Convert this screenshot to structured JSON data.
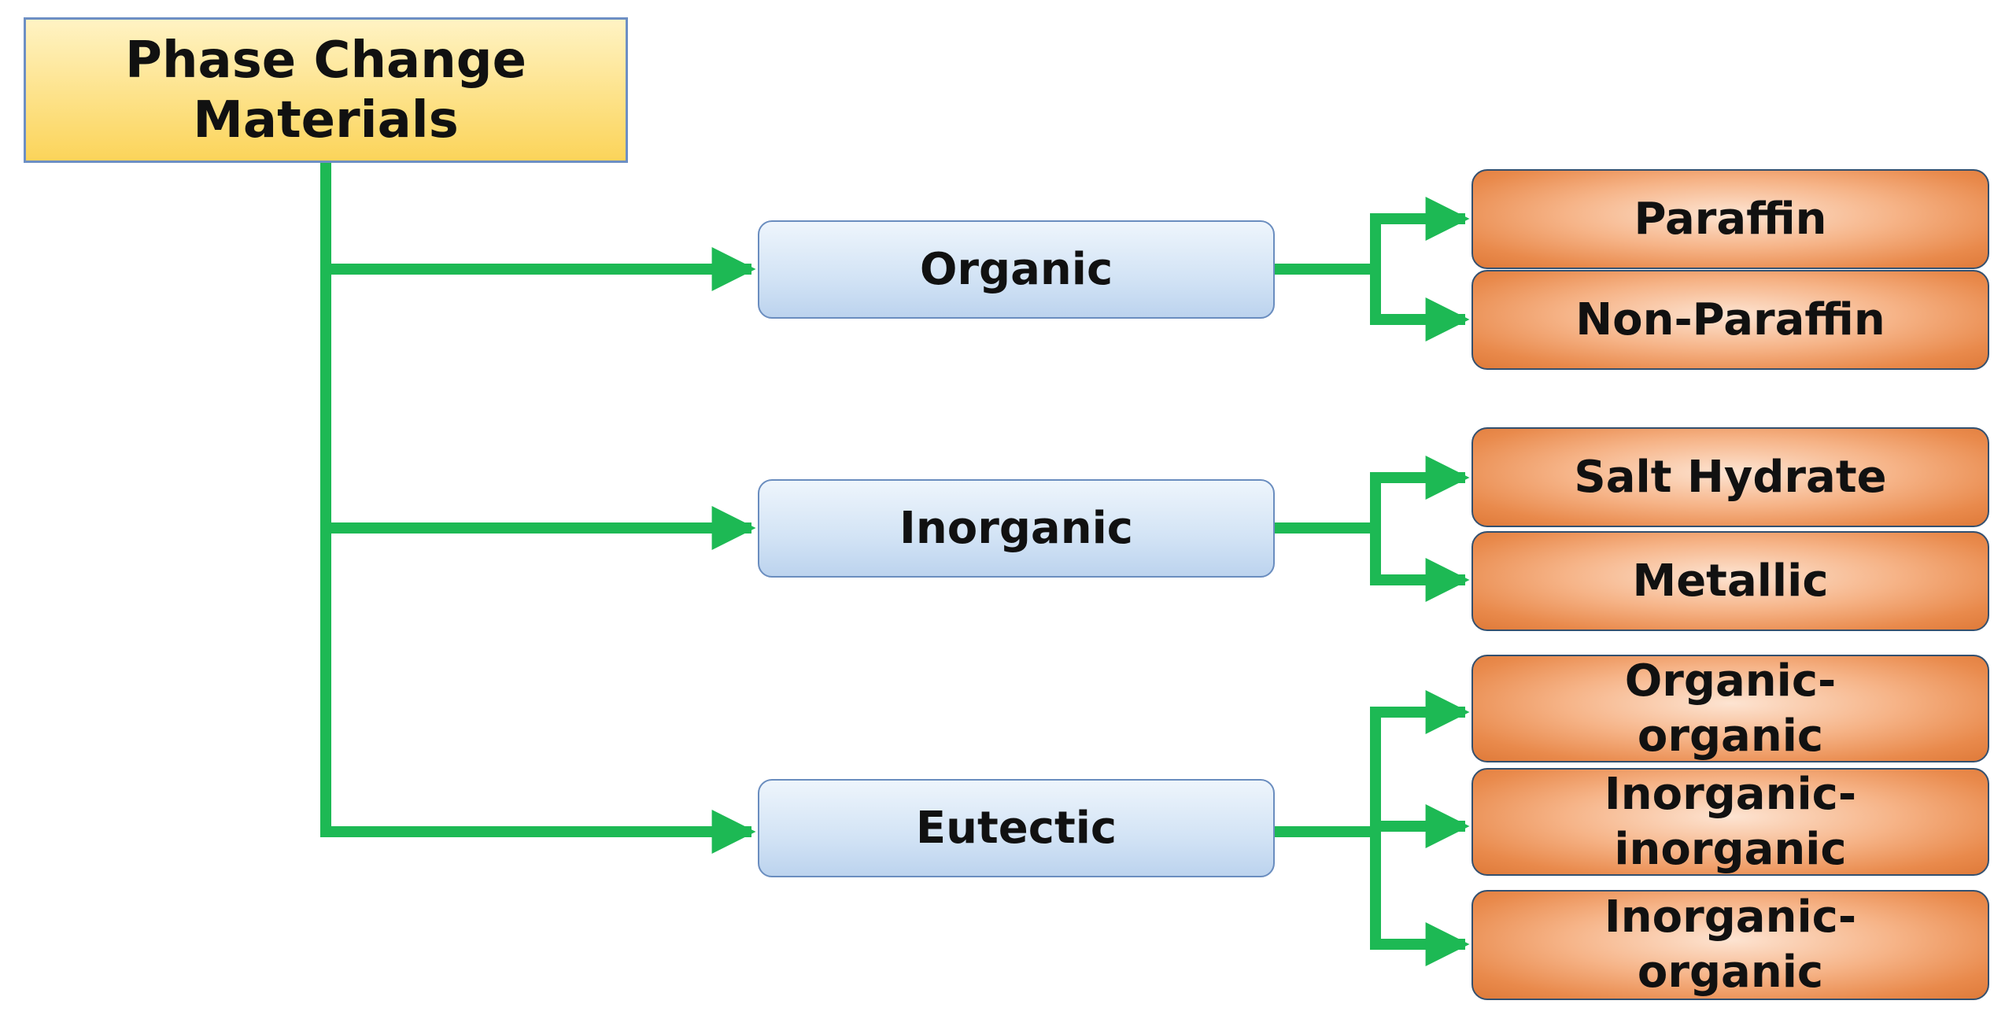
{
  "diagram": {
    "root": {
      "label": "Phase Change Materials",
      "line1": "Phase Change",
      "line2": "Materials"
    },
    "categories": [
      {
        "label": "Organic",
        "children": [
          {
            "line1": "Paraffin",
            "line2": ""
          },
          {
            "line1": "Non-Paraffin",
            "line2": ""
          }
        ]
      },
      {
        "label": "Inorganic",
        "children": [
          {
            "line1": "Salt Hydrate",
            "line2": ""
          },
          {
            "line1": "Metallic",
            "line2": ""
          }
        ]
      },
      {
        "label": "Eutectic",
        "children": [
          {
            "line1": "Organic-",
            "line2": "organic"
          },
          {
            "line1": "Inorganic-",
            "line2": "inorganic"
          },
          {
            "line1": "Inorganic-",
            "line2": "organic"
          }
        ]
      }
    ],
    "colors": {
      "connector": "#1db954",
      "root_fill": "#fde289",
      "category_fill": "#d2e3f5",
      "leaf_fill": "#f2a472"
    }
  }
}
